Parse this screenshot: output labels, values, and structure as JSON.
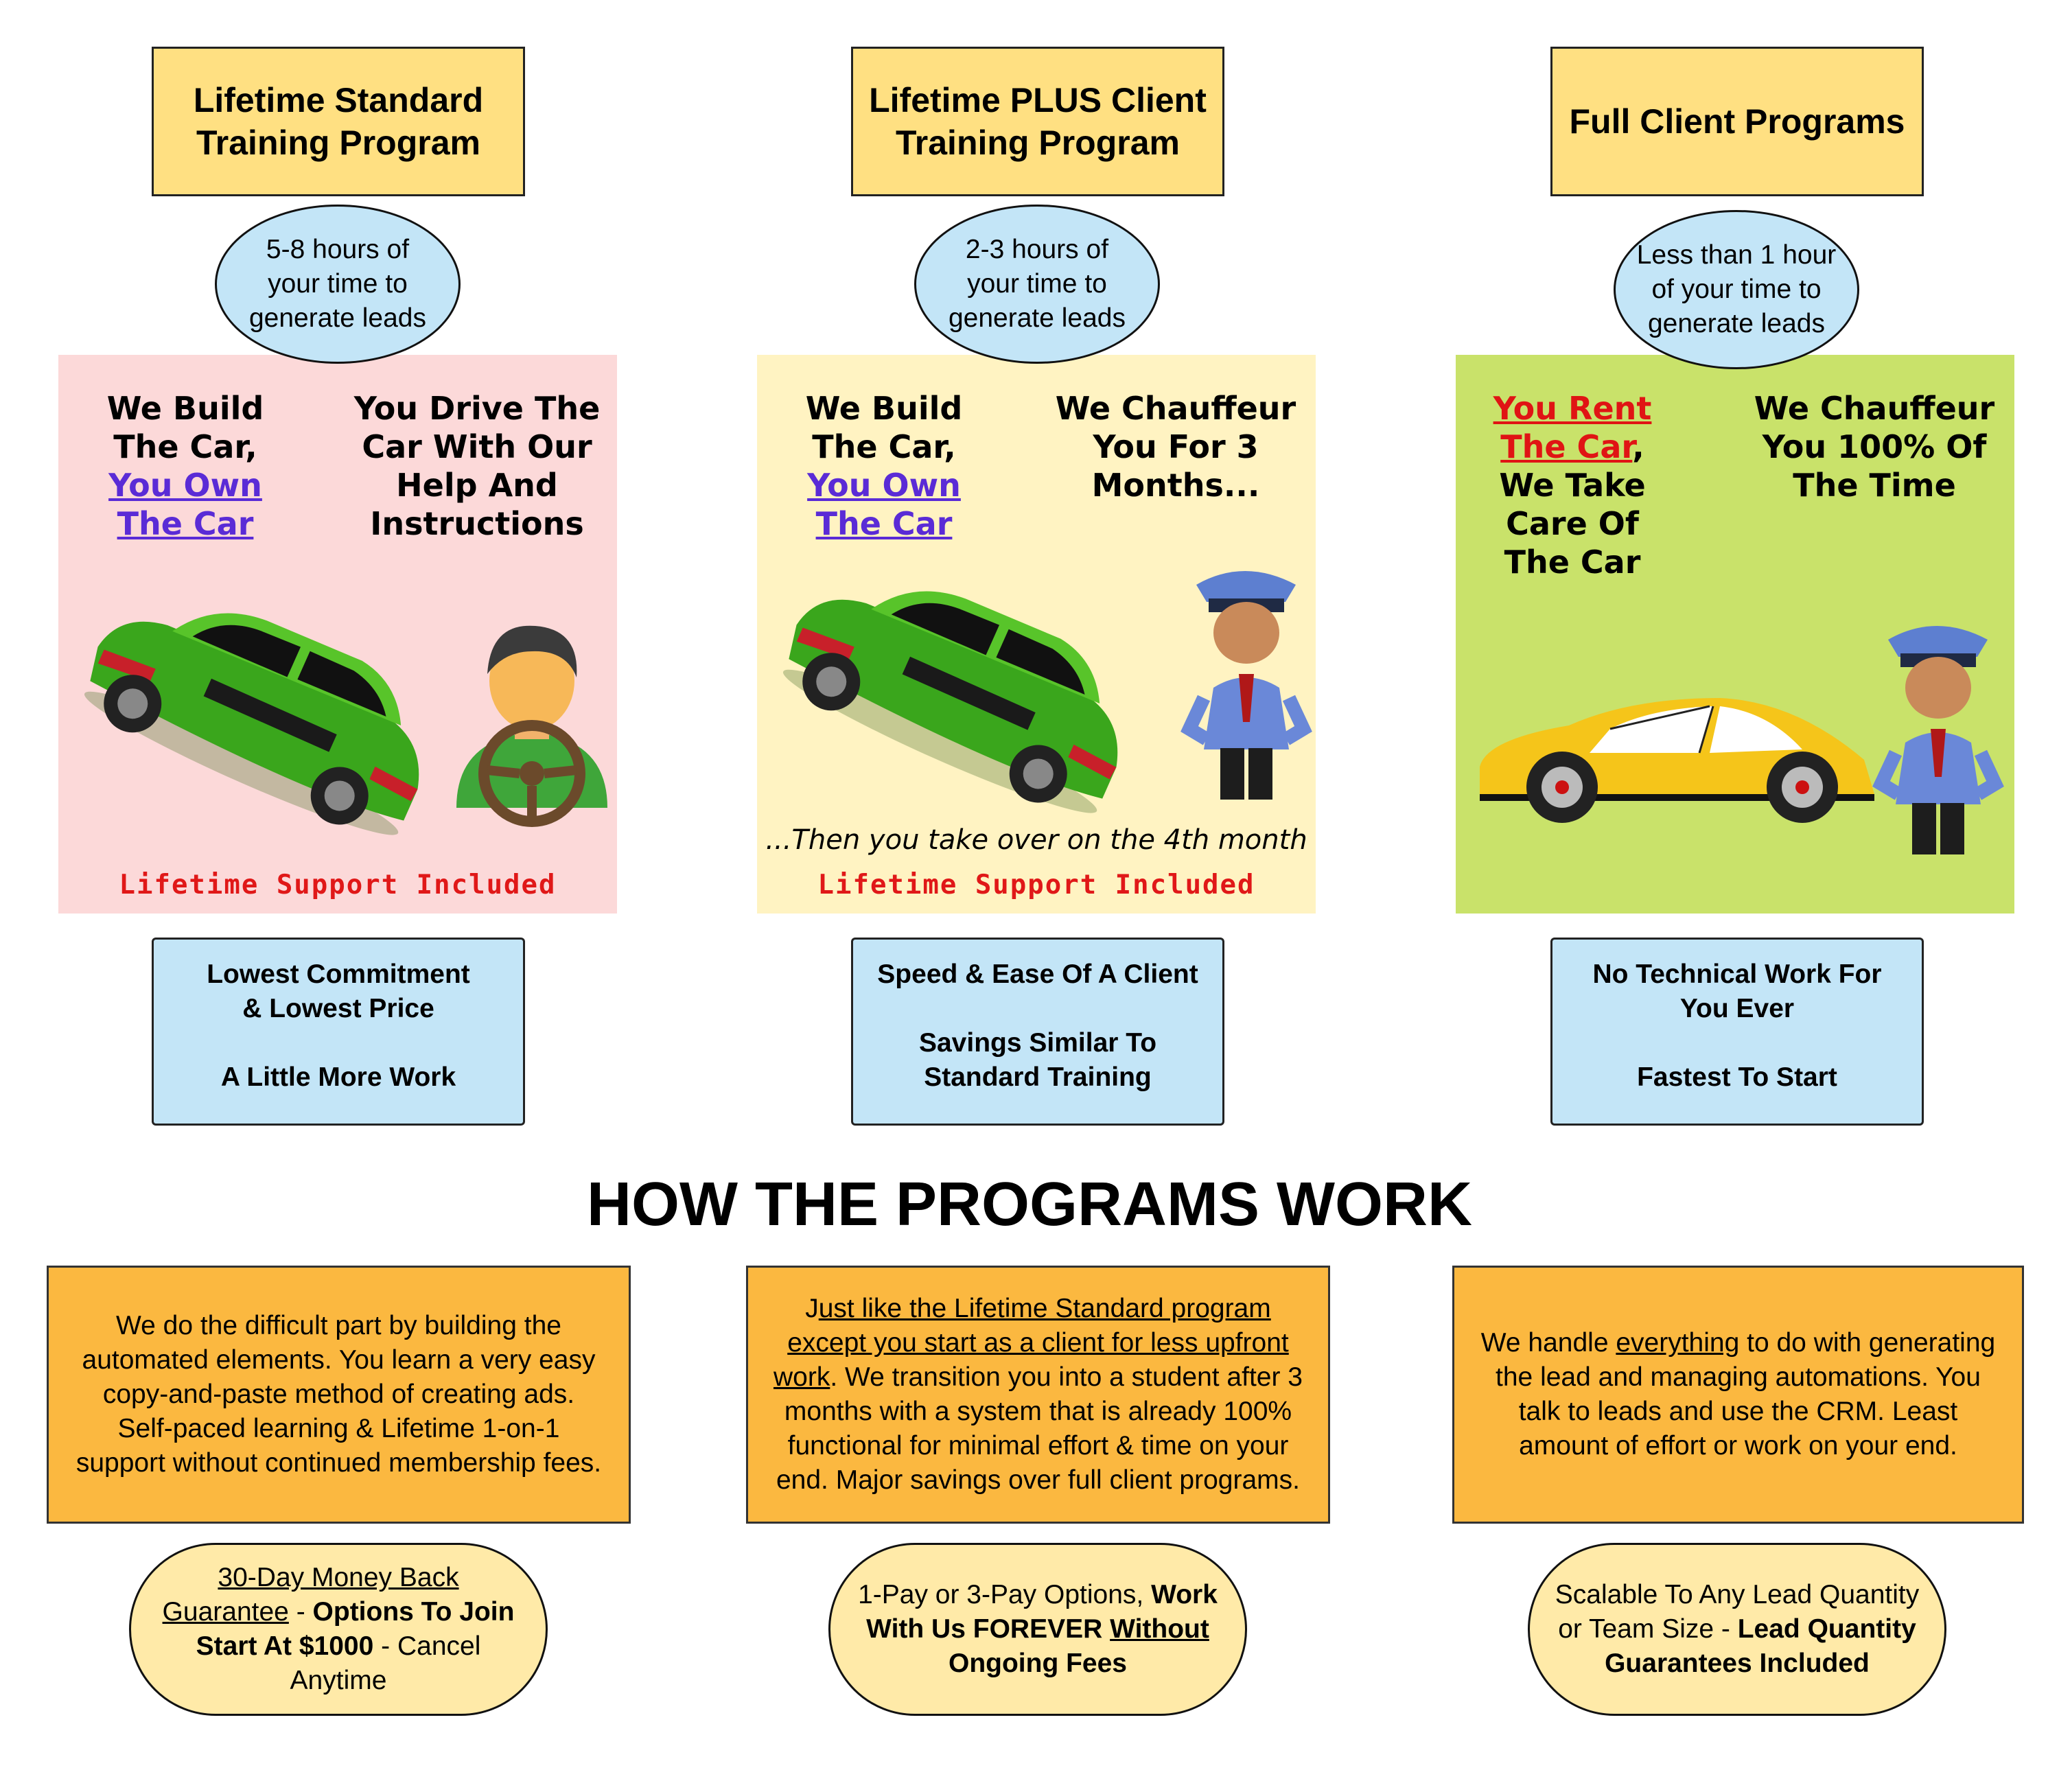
{
  "programs": [
    {
      "title_line1": "Lifetime Standard",
      "title_line2": "Training Program",
      "time": [
        "5-8 hours of",
        "your time to",
        "generate leads"
      ],
      "left_heading": {
        "plain": [
          "We Build",
          "The Car,"
        ],
        "link": [
          "You Own",
          "The Car"
        ]
      },
      "right_heading": [
        "You Drive The",
        "Car With Our",
        "Help And",
        "Instructions"
      ],
      "support": "Lifetime Support Included",
      "benefits": [
        "Lowest Commitment",
        "& Lowest Price",
        "",
        "A Little More Work"
      ],
      "description": [
        "We do the difficult part by building the",
        "automated elements. You learn a very easy",
        "copy-and-paste method of creating ads.",
        "Self-paced learning & Lifetime 1-on-1",
        "support without continued membership fees."
      ],
      "pill": {
        "u1": "30-Day Money Back",
        "u2": "Guarantee",
        "sep": " - ",
        "b1": "Options To Join",
        "b2": "Start At $1000",
        "rest1": " - Cancel",
        "rest2": "Anytime"
      }
    },
    {
      "title_line1": "Lifetime PLUS Client",
      "title_line2": "Training Program",
      "time": [
        "2-3 hours of",
        "your time to",
        "generate leads"
      ],
      "left_heading": {
        "plain": [
          "We Build",
          "The Car,"
        ],
        "link": [
          "You Own",
          "The Car"
        ]
      },
      "right_heading": [
        "We Chauffeur",
        "You For 3",
        "Months..."
      ],
      "month_note": "...Then you take over on the 4th month",
      "support": "Lifetime Support Included",
      "benefits": [
        "Speed & Ease Of A Client",
        "",
        "Savings Similar To",
        "Standard Training"
      ],
      "description": {
        "first": "J",
        "u1": "ust like the Lifetime Standard program",
        "u2": "except you start as a client for less upfront",
        "u3": "work",
        "rest": [
          ".  We transition you into a student after 3",
          "months with a system that is already 100%",
          "functional for minimal effort & time on your",
          "end. Major savings over full client programs."
        ]
      },
      "pill": {
        "p1": "1-Pay or 3-Pay Options, ",
        "b1": "Work",
        "b2": "With Us FOREVER ",
        "bu": "Without",
        "b3": "Ongoing Fees"
      }
    },
    {
      "title": "Full Client Programs",
      "time": [
        "Less than 1 hour",
        "of your time to",
        "generate leads"
      ],
      "left_heading": {
        "link": [
          "You Rent",
          "The Car"
        ],
        "comma": ",",
        "plain": [
          "We Take",
          "Care Of",
          "The Car"
        ]
      },
      "right_heading": [
        "We Chauffeur",
        "You 100% Of",
        "The Time"
      ],
      "benefits": [
        "No Technical Work For",
        "You Ever",
        "",
        "Fastest To Start"
      ],
      "description": {
        "p1": "We handle ",
        "u": "everything",
        "p2": " to do with generating",
        "rest": [
          "the lead and managing automations.  You",
          "talk to leads and use the CRM.  Least",
          "amount of effort or work on your end."
        ]
      },
      "pill": {
        "p1": "Scalable To Any Lead Quantity",
        "p2": "or Team Size - ",
        "b1": "Lead Quantity",
        "b2": "Guarantees Included"
      }
    }
  ],
  "main_heading": "HOW THE PROGRAMS WORK",
  "colors": {
    "title_bg": "#ffe082",
    "oval_bg": "#c3e5f7",
    "panel1": "#fcd9d9",
    "panel2": "#fff3c2",
    "panel3": "#c9e26a",
    "desc_bg": "#fbb840",
    "pill_bg": "#ffeaa8",
    "support_red": "#e01818"
  },
  "icons": [
    "green-car-icon",
    "driver-steering-icon",
    "chauffeur-icon",
    "yellow-sports-car-icon"
  ]
}
